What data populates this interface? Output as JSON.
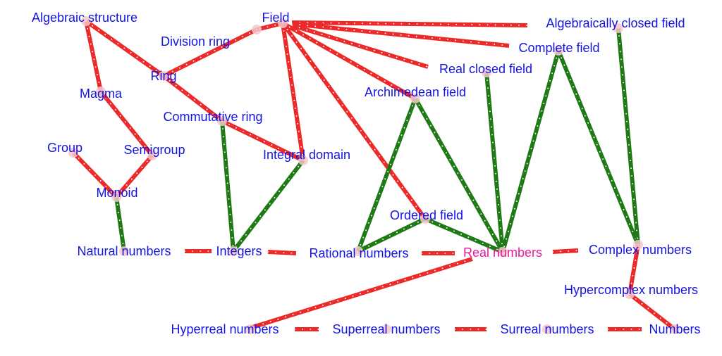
{
  "colors": {
    "edge_red": "#ec2a2a",
    "edge_green": "#1f7a16",
    "node_text": "#1414e0",
    "highlight_text": "#e8199a",
    "node_halo": "#f4c8cc"
  },
  "nodes": {
    "algebraic_structure": "Algebraic structure",
    "field": "Field",
    "algebraically_closed_field": "Algebraically closed field",
    "division_ring": "Division ring",
    "complete_field": "Complete field",
    "ring": "Ring",
    "real_closed_field": "Real closed field",
    "magma": "Magma",
    "archimedean_field": "Archimedean field",
    "commutative_ring": "Commutative ring",
    "group": "Group",
    "semigroup": "Semigroup",
    "integral_domain": "Integral domain",
    "monoid": "Monoid",
    "ordered_field": "Ordered field",
    "natural_numbers": "Natural numbers",
    "integers": "Integers",
    "rational_numbers": "Rational numbers",
    "real_numbers": "Real numbers",
    "complex_numbers": "Complex numbers",
    "hypercomplex_numbers": "Hypercomplex numbers",
    "hyperreal_numbers": "Hyperreal numbers",
    "superreal_numbers": "Superreal numbers",
    "surreal_numbers": "Surreal numbers",
    "numbers": "Numbers"
  },
  "highlighted_node": "real_numbers",
  "edges": [
    {
      "from": "algebraic_structure",
      "to": "magma",
      "kind": "red"
    },
    {
      "from": "algebraic_structure",
      "to": "ring",
      "kind": "red"
    },
    {
      "from": "magma",
      "to": "semigroup",
      "kind": "red"
    },
    {
      "from": "semigroup",
      "to": "monoid",
      "kind": "red"
    },
    {
      "from": "group",
      "to": "monoid",
      "kind": "red"
    },
    {
      "from": "monoid",
      "to": "natural_numbers",
      "kind": "green"
    },
    {
      "from": "field",
      "to": "division_ring",
      "kind": "red"
    },
    {
      "from": "division_ring",
      "to": "ring",
      "kind": "red"
    },
    {
      "from": "ring",
      "to": "commutative_ring",
      "kind": "red"
    },
    {
      "from": "commutative_ring",
      "to": "integral_domain",
      "kind": "red"
    },
    {
      "from": "commutative_ring",
      "to": "integers",
      "kind": "green"
    },
    {
      "from": "integral_domain",
      "to": "integers",
      "kind": "green"
    },
    {
      "from": "field",
      "to": "integral_domain",
      "kind": "red"
    },
    {
      "from": "field",
      "to": "algebraically_closed_field",
      "kind": "red"
    },
    {
      "from": "field",
      "to": "complete_field",
      "kind": "red"
    },
    {
      "from": "field",
      "to": "real_closed_field",
      "kind": "red"
    },
    {
      "from": "field",
      "to": "archimedean_field",
      "kind": "red"
    },
    {
      "from": "field",
      "to": "ordered_field",
      "kind": "red"
    },
    {
      "from": "archimedean_field",
      "to": "rational_numbers",
      "kind": "green"
    },
    {
      "from": "archimedean_field",
      "to": "real_numbers",
      "kind": "green"
    },
    {
      "from": "real_closed_field",
      "to": "real_numbers",
      "kind": "green"
    },
    {
      "from": "complete_field",
      "to": "real_numbers",
      "kind": "green"
    },
    {
      "from": "complete_field",
      "to": "complex_numbers",
      "kind": "green"
    },
    {
      "from": "algebraically_closed_field",
      "to": "complex_numbers",
      "kind": "green"
    },
    {
      "from": "ordered_field",
      "to": "rational_numbers",
      "kind": "green"
    },
    {
      "from": "ordered_field",
      "to": "real_numbers",
      "kind": "green"
    },
    {
      "from": "natural_numbers",
      "to": "integers",
      "kind": "red"
    },
    {
      "from": "integers",
      "to": "rational_numbers",
      "kind": "red"
    },
    {
      "from": "rational_numbers",
      "to": "real_numbers",
      "kind": "red"
    },
    {
      "from": "real_numbers",
      "to": "complex_numbers",
      "kind": "red"
    },
    {
      "from": "complex_numbers",
      "to": "hypercomplex_numbers",
      "kind": "red"
    },
    {
      "from": "hypercomplex_numbers",
      "to": "numbers",
      "kind": "red"
    },
    {
      "from": "real_numbers",
      "to": "hyperreal_numbers",
      "kind": "red"
    },
    {
      "from": "hyperreal_numbers",
      "to": "superreal_numbers",
      "kind": "red"
    },
    {
      "from": "superreal_numbers",
      "to": "surreal_numbers",
      "kind": "red"
    },
    {
      "from": "surreal_numbers",
      "to": "numbers",
      "kind": "red"
    }
  ]
}
